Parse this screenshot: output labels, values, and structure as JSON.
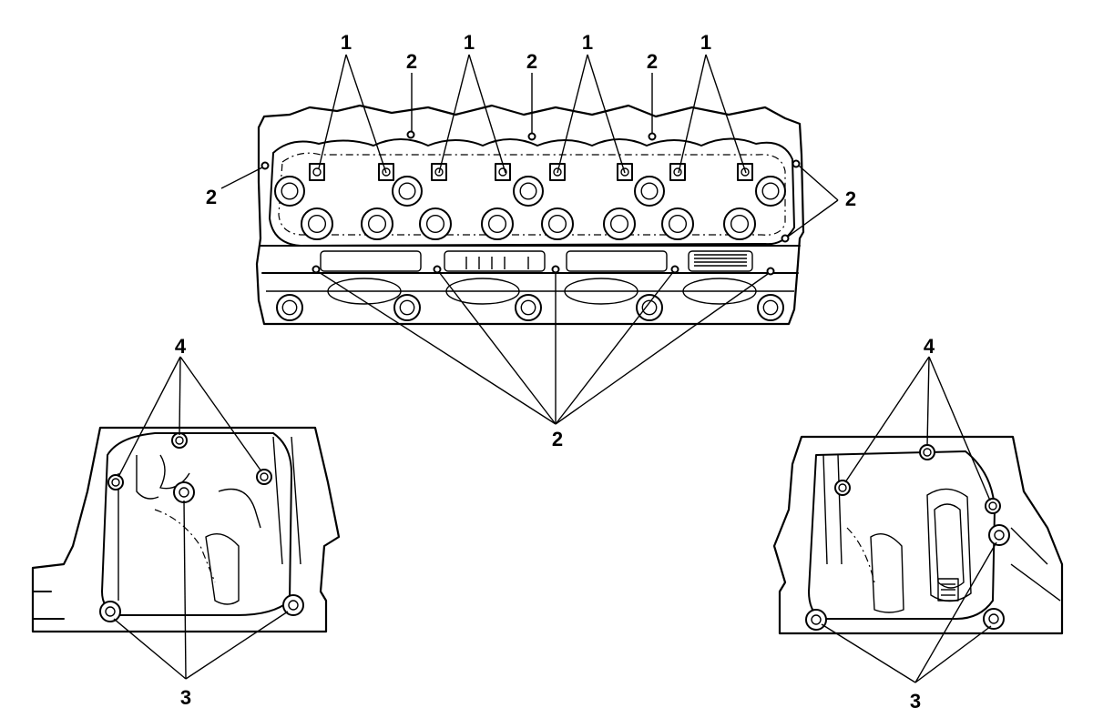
{
  "figure": {
    "callouts": {
      "c1": "1",
      "c2": "2",
      "c3": "3",
      "c4": "4"
    }
  },
  "colors": {
    "ink": "#000000",
    "paper": "#ffffff"
  }
}
